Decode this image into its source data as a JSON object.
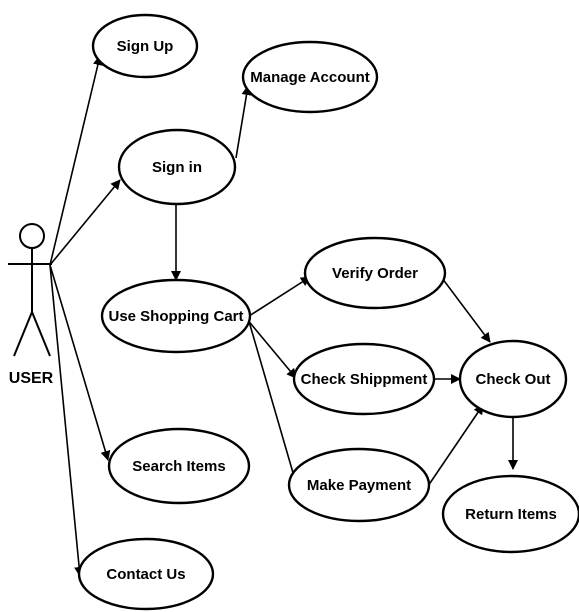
{
  "actor": {
    "label": "USER"
  },
  "use_cases": {
    "sign_up": "Sign Up",
    "manage_account": "Manage Account",
    "sign_in": "Sign in",
    "use_shopping_cart": "Use Shopping Cart",
    "verify_order": "Verify Order",
    "check_shippment": "Check Shippment",
    "check_out": "Check Out",
    "make_payment": "Make Payment",
    "search_items": "Search Items",
    "return_items": "Return Items",
    "contact_us": "Contact Us"
  },
  "relations": [
    {
      "from": "actor",
      "to": "sign_up"
    },
    {
      "from": "actor",
      "to": "sign_in"
    },
    {
      "from": "actor",
      "to": "search_items"
    },
    {
      "from": "actor",
      "to": "contact_us"
    },
    {
      "from": "sign_in",
      "to": "manage_account"
    },
    {
      "from": "sign_in",
      "to": "use_shopping_cart"
    },
    {
      "from": "use_shopping_cart",
      "to": "verify_order"
    },
    {
      "from": "use_shopping_cart",
      "to": "check_shippment"
    },
    {
      "from": "use_shopping_cart",
      "to": "make_payment"
    },
    {
      "from": "verify_order",
      "to": "check_out"
    },
    {
      "from": "check_shippment",
      "to": "check_out"
    },
    {
      "from": "make_payment",
      "to": "check_out"
    },
    {
      "from": "check_out",
      "to": "return_items"
    }
  ]
}
